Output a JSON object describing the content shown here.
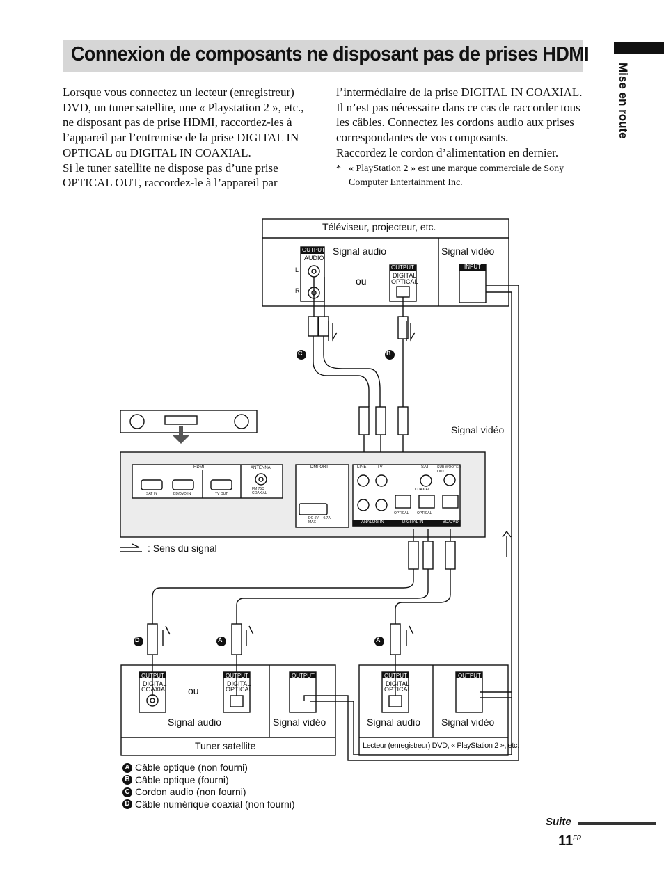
{
  "title": "Connexion de composants ne disposant pas de prises HDMI",
  "side_label": "Mise en route",
  "body": {
    "left": [
      "Lorsque vous connectez un lecteur (enregistreur) DVD, un tuner satellite, une « Playstation 2 », etc., ne disposant pas de prise HDMI, raccordez-les à l’appareil par l’entremise de la prise DIGITAL IN OPTICAL ou DIGITAL IN COAXIAL.",
      "Si le tuner satellite ne dispose pas d’une prise OPTICAL OUT, raccordez-le à l’appareil par"
    ],
    "right": [
      "l’intermédiaire de la prise DIGITAL IN COAXIAL. Il n’est pas nécessaire dans ce cas de raccorder tous les câbles. Connectez les cordons audio aux prises correspondantes de vos composants.",
      "Raccordez le cordon d’alimentation en dernier."
    ],
    "footnote_mark": "*",
    "footnote": "« PlayStation 2 » est une marque commerciale de Sony Computer Entertainment Inc."
  },
  "diagram": {
    "tv_title": "Téléviseur, projecteur, etc.",
    "signal_audio": "Signal audio",
    "signal_video": "Signal vidéo",
    "ou": "ou",
    "output": "OUTPUT",
    "input": "INPUT",
    "audio": "AUDIO",
    "digital": "DIGITAL",
    "optical": "OPTICAL",
    "coaxial": "COAXIAL",
    "l": "L",
    "r": "R",
    "signal_direction": ": Sens du signal",
    "sat_tuner": "Tuner satellite",
    "dvd_player": "Lecteur (enregistreur) DVD, « PlayStation 2 », etc.",
    "panel": {
      "hdmi": "HDMI",
      "sat_in": "SAT IN",
      "bd_dvd_in": "BD/DVD IN",
      "tv_out": "TV OUT",
      "antenna": "ANTENNA",
      "fm": "FM 75Ω COAXIAL",
      "dmport": "DMPORT",
      "dc": "DC 5V ⎓ 0.7A MAX",
      "line": "LINE",
      "tv": "TV",
      "sat": "SAT",
      "subwoofer": "SUB WOOFER OUT",
      "analog_in": "ANALOG IN",
      "digital_in": "DIGITAL IN",
      "bd_dvd": "BD/DVD"
    },
    "markers": {
      "a": "A",
      "b": "B",
      "c": "C",
      "d": "D"
    }
  },
  "legend": [
    {
      "mark": "A",
      "text": "Câble optique (non fourni)"
    },
    {
      "mark": "B",
      "text": "Câble optique (fourni)"
    },
    {
      "mark": "C",
      "text": "Cordon audio (non fourni)"
    },
    {
      "mark": "D",
      "text": "Câble numérique coaxial (non fourni)"
    }
  ],
  "footer": {
    "suite": "Suite",
    "page": "11",
    "page_sup": "FR"
  }
}
